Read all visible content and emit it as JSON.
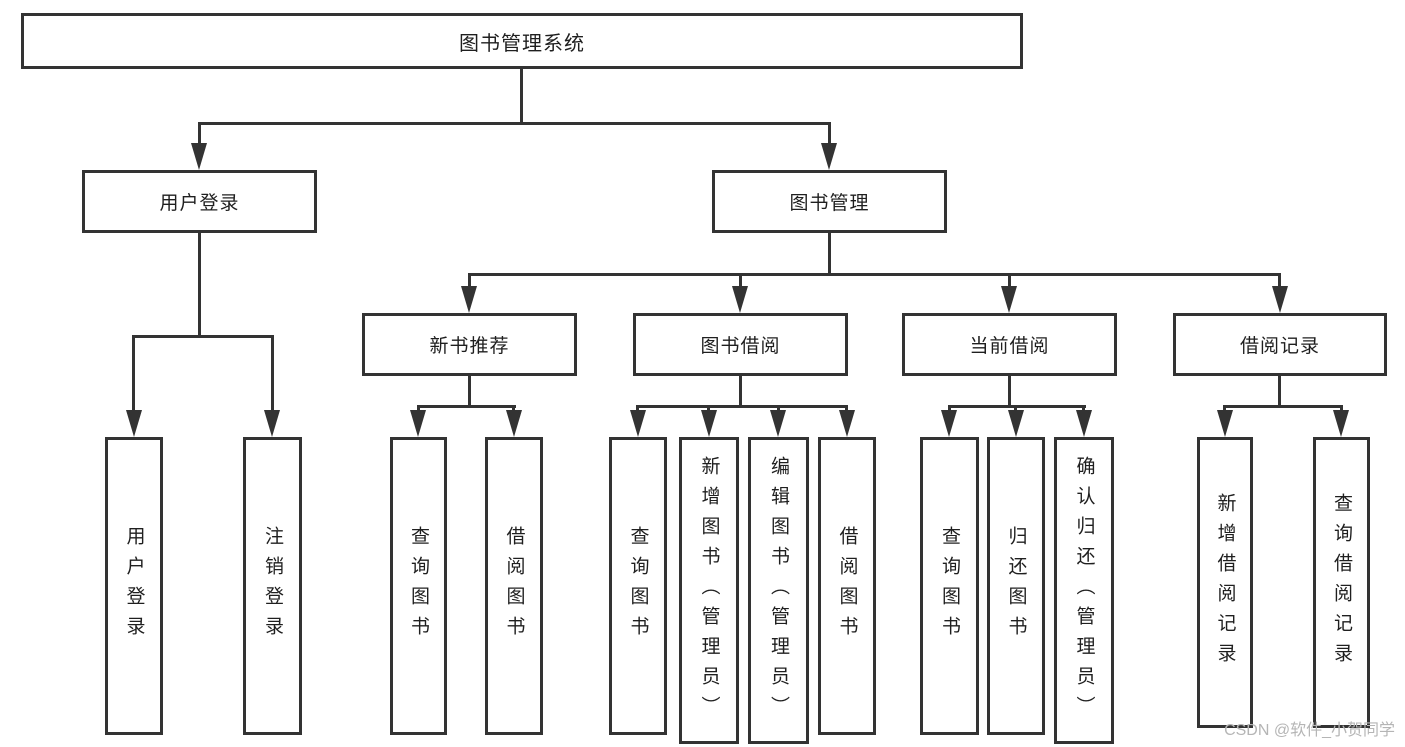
{
  "tree": {
    "root": "图书管理系统",
    "branches": [
      {
        "label": "用户登录",
        "children": [
          {
            "label": "用户登录"
          },
          {
            "label": "注销登录"
          }
        ]
      },
      {
        "label": "图书管理",
        "sections": [
          {
            "label": "新书推荐",
            "children": [
              {
                "label": "查询图书"
              },
              {
                "label": "借阅图书"
              }
            ]
          },
          {
            "label": "图书借阅",
            "children": [
              {
                "label": "查询图书"
              },
              {
                "label": "新增图书（管理员）"
              },
              {
                "label": "编辑图书（管理员）"
              },
              {
                "label": "借阅图书"
              }
            ]
          },
          {
            "label": "当前借阅",
            "children": [
              {
                "label": "查询图书"
              },
              {
                "label": "归还图书"
              },
              {
                "label": "确认归还（管理员）"
              }
            ]
          },
          {
            "label": "借阅记录",
            "children": [
              {
                "label": "新增借阅记录"
              },
              {
                "label": "查询借阅记录"
              }
            ]
          }
        ]
      }
    ]
  },
  "watermark": {
    "text": "CSDN @软件_小贺同学"
  },
  "colors": {
    "line": "#333333",
    "box_border": "#333333",
    "text": "#1f1f1f",
    "watermark": "#b5b5b5",
    "background": "#ffffff"
  }
}
